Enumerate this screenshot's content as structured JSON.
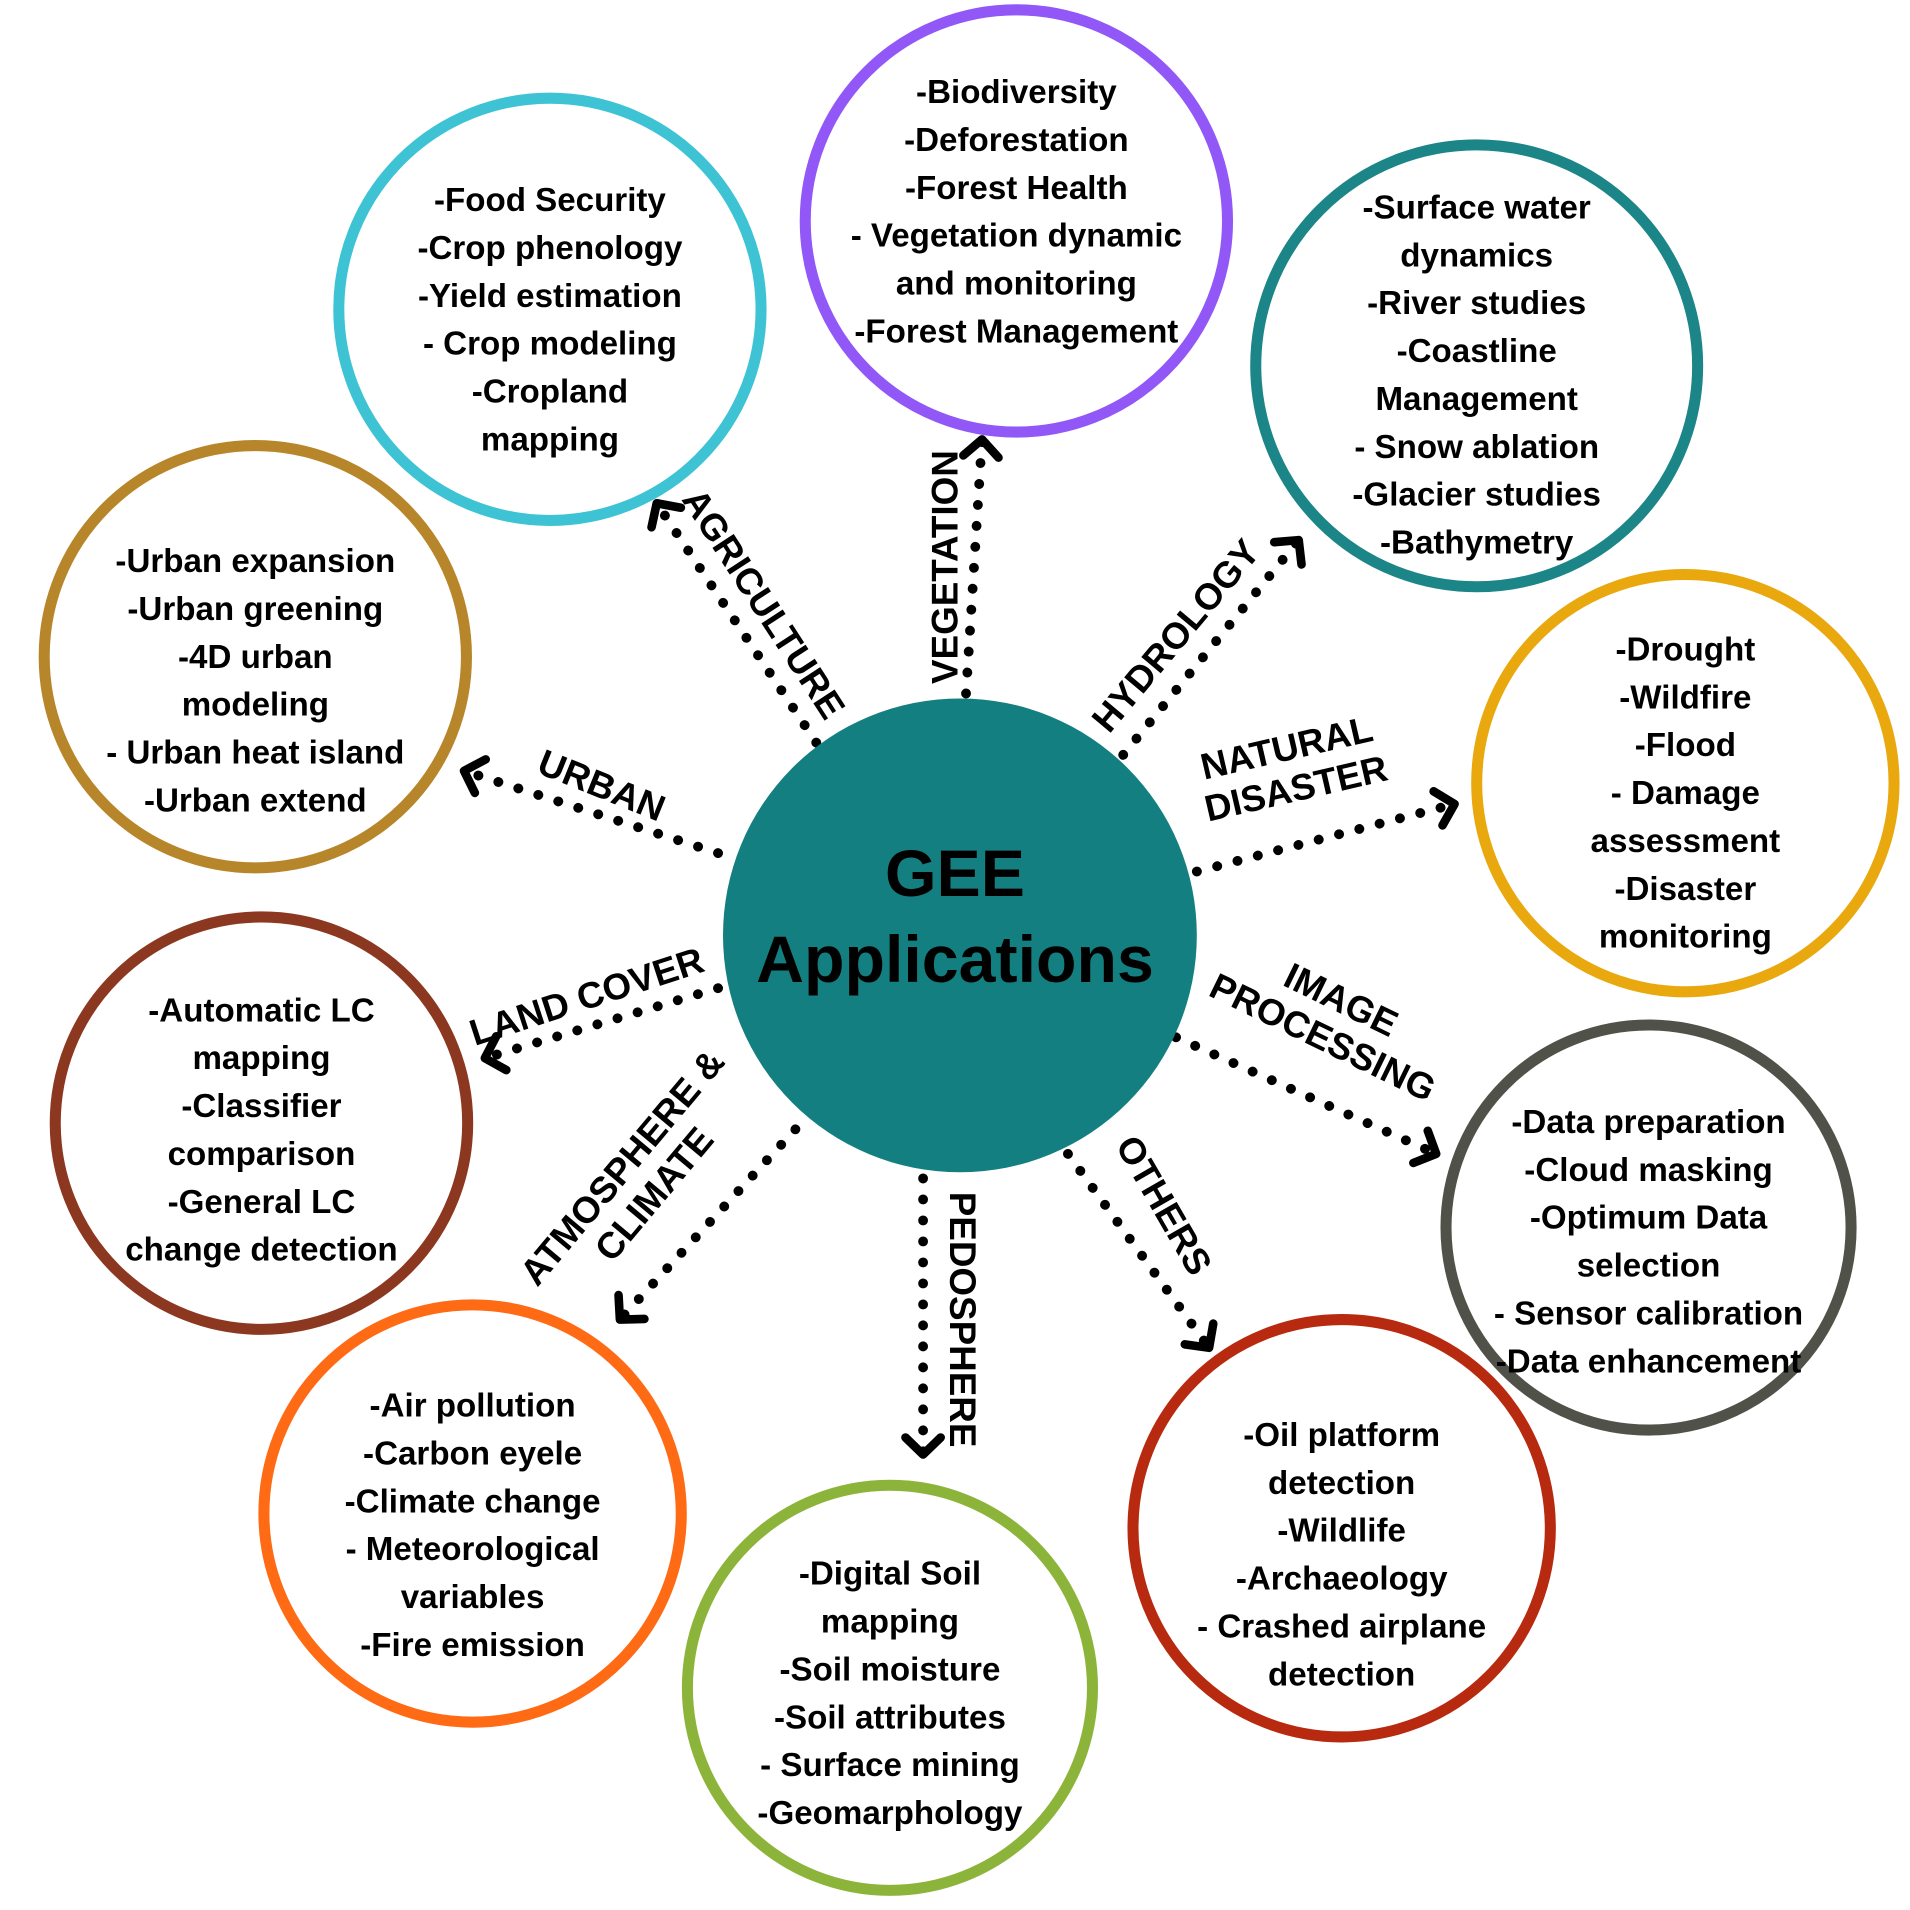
{
  "center": {
    "line1": "GEE",
    "line2": "Applications",
    "color": "#137F80"
  },
  "categories": [
    {
      "id": "agriculture",
      "label": [
        "AGRICULTURE"
      ],
      "color": "#3EC3D5",
      "items": [
        "-Food Security",
        "-Crop phenology",
        "-Yield estimation",
        "- Crop modeling",
        "-Cropland",
        "mapping"
      ]
    },
    {
      "id": "vegetation",
      "label": [
        "VEGETATION"
      ],
      "color": "#9257F7",
      "items": [
        "-Biodiversity",
        "-Deforestation",
        "-Forest Health",
        "- Vegetation dynamic",
        "and monitoring",
        "-Forest Management"
      ]
    },
    {
      "id": "hydrology",
      "label": [
        "HYDROLOGY"
      ],
      "color": "#1B8587",
      "items": [
        "-Surface water",
        "dynamics",
        "-River studies",
        "-Coastline",
        "Management",
        "- Snow ablation",
        "-Glacier studies",
        "-Bathymetry"
      ]
    },
    {
      "id": "natural-disaster",
      "label": [
        "NATURAL",
        "DISASTER"
      ],
      "color": "#E9A80E",
      "items": [
        "-Drought",
        "-Wildfire",
        "-Flood",
        "- Damage",
        "assessment",
        "-Disaster",
        "monitoring"
      ]
    },
    {
      "id": "image-processing",
      "label": [
        "IMAGE",
        "PROCESSING"
      ],
      "color": "#505149",
      "items": [
        "-Data preparation",
        "-Cloud masking",
        "-Optimum Data",
        "selection",
        "- Sensor calibration",
        "-Data enhancement"
      ]
    },
    {
      "id": "others",
      "label": [
        "OTHERS"
      ],
      "color": "#B82A10",
      "items": [
        "-Oil platform",
        "detection",
        "-Wildlife",
        "-Archaeology",
        "- Crashed airplane",
        "detection"
      ]
    },
    {
      "id": "pedosphere",
      "label": [
        "PEDOSPHERE"
      ],
      "color": "#8DB43A",
      "items": [
        "-Digital Soil",
        "mapping",
        "-Soil moisture",
        "-Soil attributes",
        "- Surface mining",
        "-Geomarphology"
      ]
    },
    {
      "id": "atmosphere-climate",
      "label": [
        "ATMOSPHERE &",
        "CLIMATE"
      ],
      "color": "#FF6A15",
      "items": [
        "-Air pollution",
        "-Carbon eyele",
        "-Climate change",
        "- Meteorological",
        "variables",
        "-Fire emission"
      ]
    },
    {
      "id": "land-cover",
      "label": [
        "LAND COVER"
      ],
      "color": "#8C3820",
      "items": [
        "-Automatic LC",
        "mapping",
        "-Classifier",
        "comparison",
        "-General LC",
        "change detection"
      ]
    },
    {
      "id": "urban",
      "label": [
        "URBAN"
      ],
      "color": "#B8862A",
      "items": [
        "-Urban expansion",
        "-Urban greening",
        "-4D urban",
        "modeling",
        "- Urban heat island",
        "-Urban extend"
      ]
    }
  ]
}
